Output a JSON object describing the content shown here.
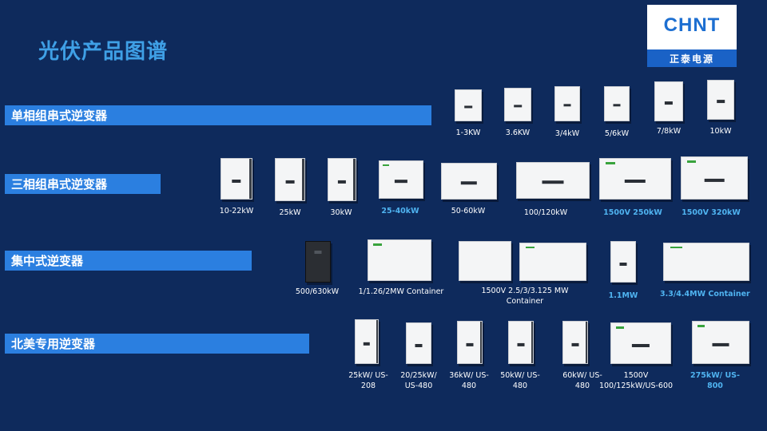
{
  "title": "光伏产品图谱",
  "logo": {
    "brand": "CHNT",
    "subtitle": "正泰电源"
  },
  "categories": [
    "单相组串式逆变器",
    "三相组串式逆变器",
    "集中式逆变器",
    "北美专用逆变器"
  ],
  "single_phase": [
    "1-3KW",
    "3.6KW",
    "3/4kW",
    "5/6kW",
    "7/8kW",
    "10kW"
  ],
  "three_phase": [
    "10-22kW",
    "25kW",
    "30kW",
    "25-40kW",
    "50-60kW",
    "100/120kW",
    "1500V 250kW",
    "1500V 320kW"
  ],
  "central": [
    "500/630kW",
    "1/1.26/2MW Container",
    "1500V 2.5/3/3.125 MW Container",
    "1.1MW",
    "3.3/4.4MW Container"
  ],
  "north_america": [
    "25kW/ US-208",
    "20/25kW/ US-480",
    "36kW/ US-480",
    "50kW/ US-480",
    "60kW/ US-480",
    "1500V 100/125kW/US-600",
    "275kW/ US-800"
  ],
  "colors": {
    "background": "#0e2a5c",
    "band": "#2b7fe0",
    "title": "#3fa0e6",
    "highlight_label": "#4fb3f0"
  }
}
